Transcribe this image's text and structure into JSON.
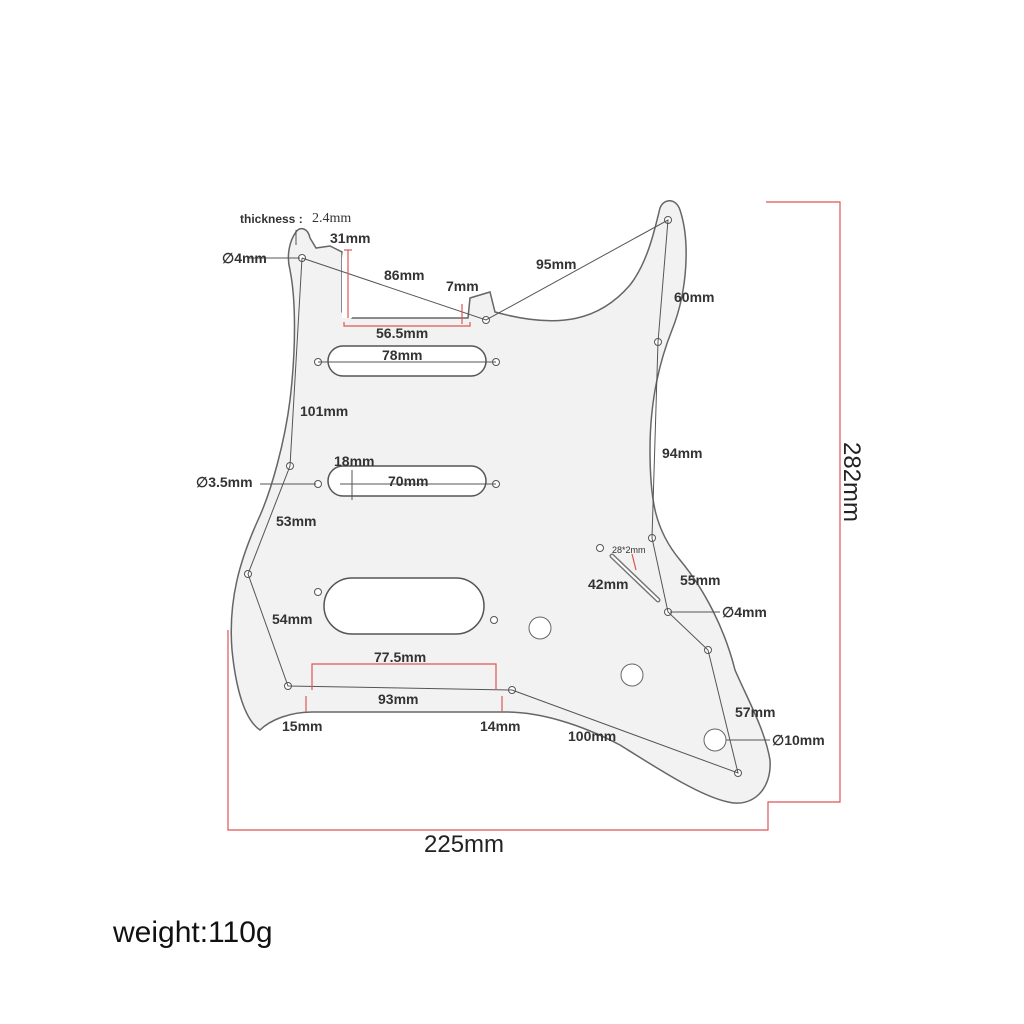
{
  "diagram": {
    "thickness_label": "thickness :",
    "thickness_value": "2.4mm",
    "dims": {
      "d31": "31mm",
      "d4a": "∅4mm",
      "d86": "86mm",
      "d7": "7mm",
      "d95": "95mm",
      "d60": "60mm",
      "d56": "56.5mm",
      "d78": "78mm",
      "d101": "101mm",
      "d18": "18mm",
      "d70": "70mm",
      "d35": "∅3.5mm",
      "d94": "94mm",
      "d53": "53mm",
      "d28": "28*2mm",
      "d55": "55mm",
      "d42": "42mm",
      "d4b": "∅4mm",
      "d54": "54mm",
      "d775": "77.5mm",
      "d93": "93mm",
      "d15": "15mm",
      "d14": "14mm",
      "d57": "57mm",
      "d100": "100mm",
      "d10": "∅10mm",
      "d282": "282mm",
      "d225": "225mm"
    }
  },
  "weight": "weight:110g"
}
